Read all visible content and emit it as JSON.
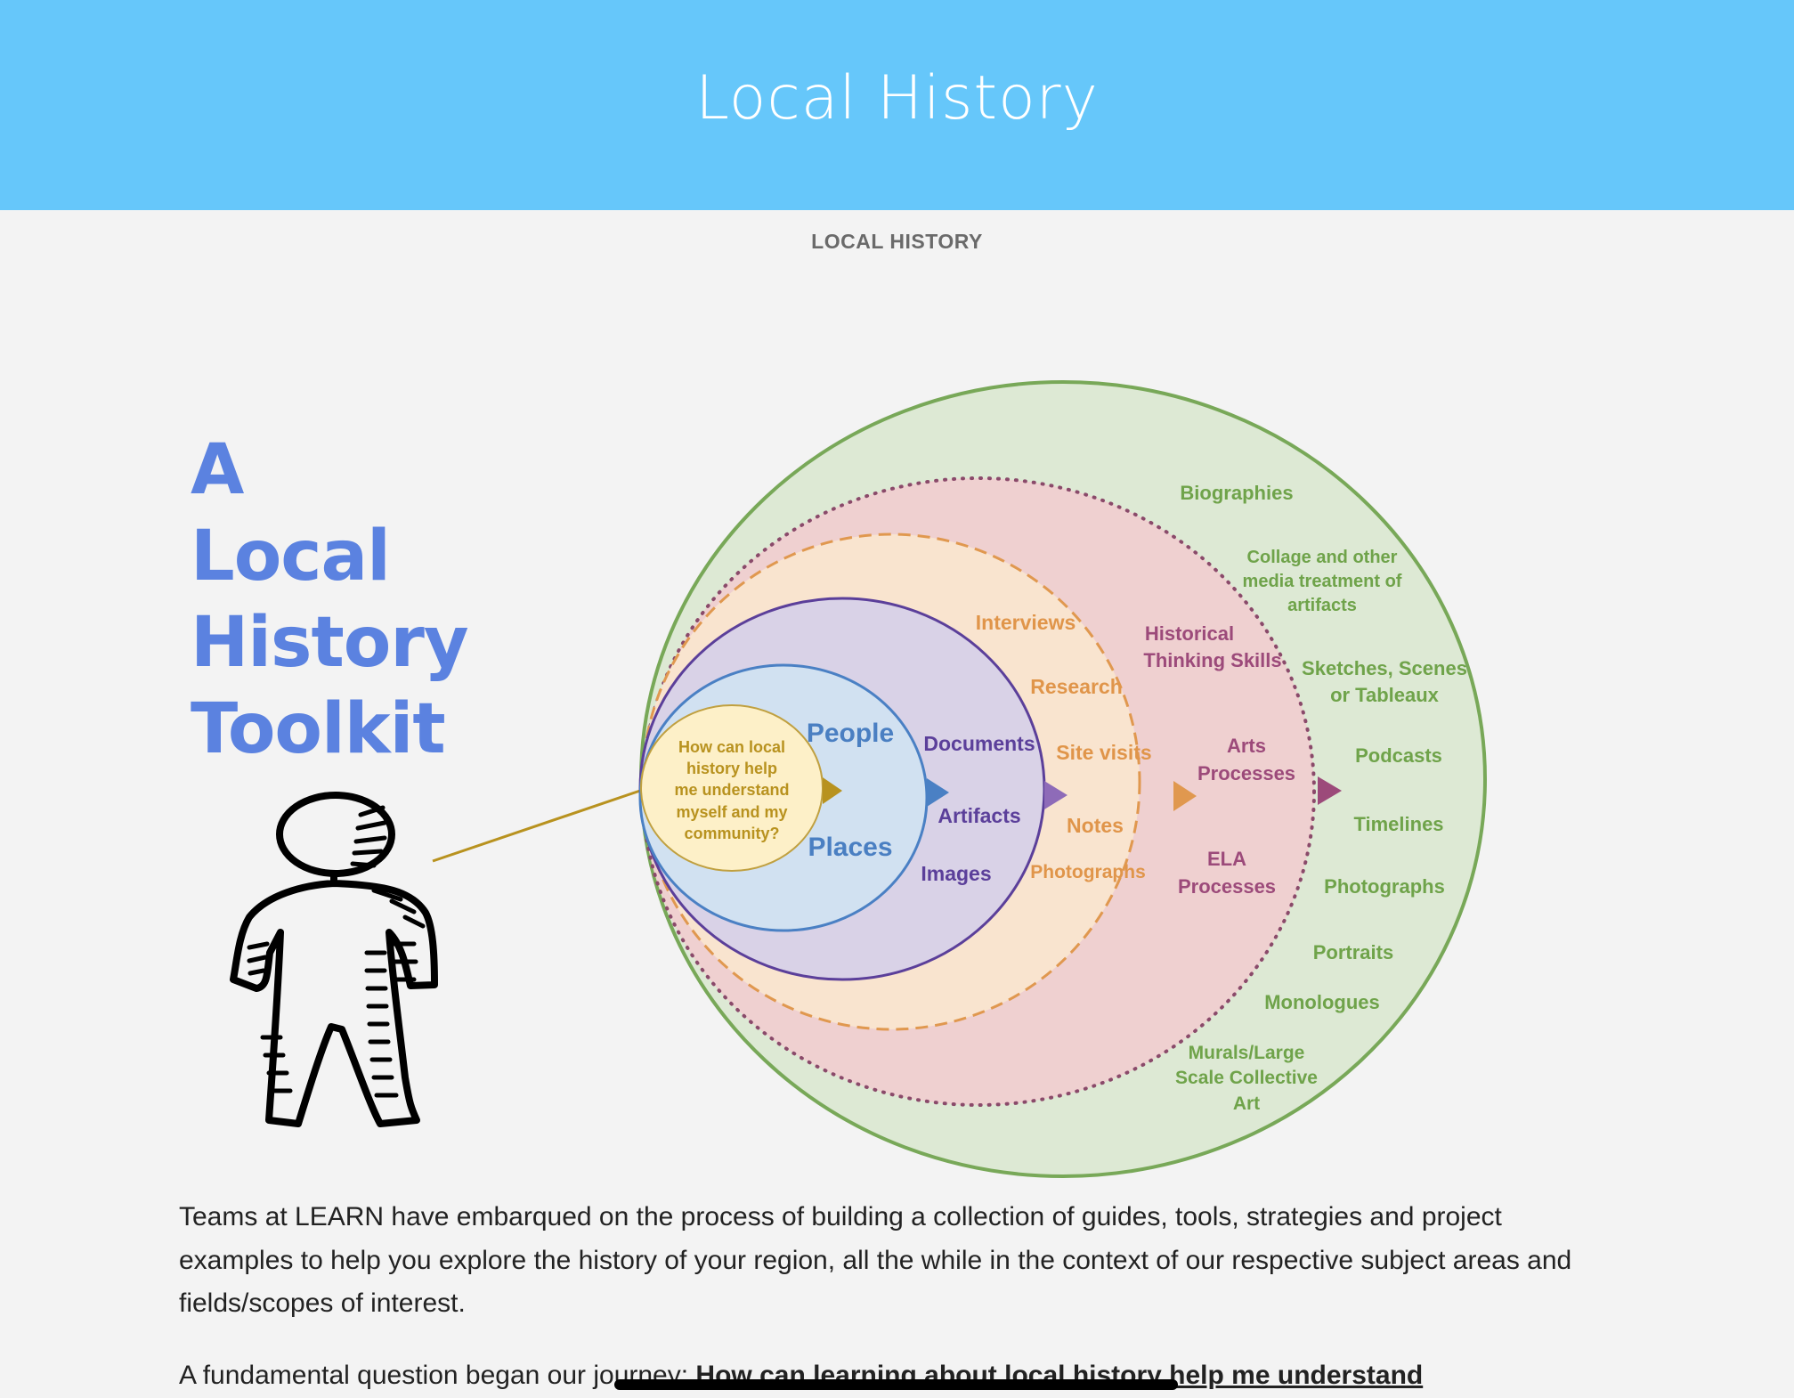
{
  "header": {
    "title": "Local History"
  },
  "breadcrumb": "LOCAL HISTORY",
  "toolkit_title": [
    "A",
    "Local",
    "History",
    "Toolkit"
  ],
  "diagram": {
    "core_question": [
      "How can local",
      "history help",
      "me understand",
      "myself and my",
      "community?"
    ],
    "blue_ring": [
      "People",
      "Places"
    ],
    "purple_ring": [
      "Documents",
      "Artifacts",
      "Images"
    ],
    "orange_ring": [
      "Interviews",
      "Research",
      "Site visits",
      "Notes",
      "Photographs"
    ],
    "red_ring": {
      "historical": [
        "Historical",
        "Thinking Skills"
      ],
      "arts": [
        "Arts",
        "Processes"
      ],
      "ela": [
        "ELA",
        "Processes"
      ]
    },
    "green_ring": {
      "biographies": "Biographies",
      "collage": [
        "Collage and other",
        "media treatment of",
        "artifacts"
      ],
      "sketches": [
        "Sketches, Scenes",
        "or Tableaux"
      ],
      "podcasts": "Podcasts",
      "timelines": "Timelines",
      "photographs": "Photographs",
      "portraits": "Portraits",
      "monologues": "Monologues",
      "murals": [
        "Murals/Large",
        "Scale Collective",
        "Art"
      ]
    },
    "colors": {
      "green": "#6fa34a",
      "red": "#9c4a7a",
      "orange": "#e0954a",
      "purple": "#5b3f9a",
      "blue": "#4a7fc2",
      "yellow": "#b8921f"
    }
  },
  "body": {
    "p1": "Teams at LEARN have embarqued on the process of building a collection of guides, tools, strategies and project examples to help you explore the history of your region, all the while in the context of our respective subject areas and fields/scopes of interest.",
    "p2_intro": "A fundamental question began our journey:  ",
    "p2_question": "How can learning about local history help me understand"
  }
}
